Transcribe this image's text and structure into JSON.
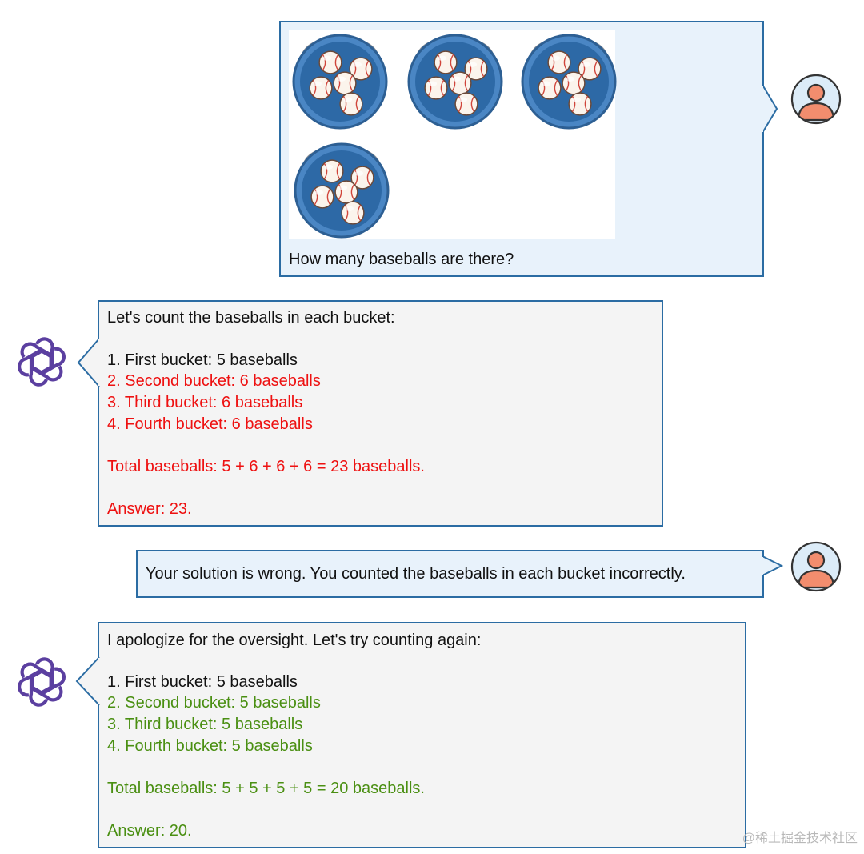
{
  "colors": {
    "border": "#2b6ca3",
    "user_bubble_bg": "#e8f2fb",
    "bot_bubble_bg": "#f4f4f4",
    "wrong": "#ee1111",
    "right": "#4a8f12",
    "bot_logo": "#5b3fa0"
  },
  "icons": {
    "user_avatar": "user-avatar-icon",
    "bot_avatar": "openai-logo-icon",
    "bucket": "baseball-bucket-icon"
  },
  "message1": {
    "role": "user",
    "buckets": [
      5,
      5,
      5,
      5
    ],
    "question": "How many baseballs are there?"
  },
  "message2": {
    "role": "assistant",
    "intro": "Let's count the baseballs in each bucket:",
    "steps": [
      "1. First bucket: 5 baseballs",
      "2. Second bucket: 6 baseballs",
      "3. Third bucket: 6 baseballs",
      "4. Fourth bucket: 6 baseballs"
    ],
    "total": "Total baseballs: 5 + 6 + 6 + 6 = 23 baseballs.",
    "answer": "Answer: 23."
  },
  "message3": {
    "role": "user",
    "text": "Your solution is wrong. You counted the baseballs in each bucket incorrectly."
  },
  "message4": {
    "role": "assistant",
    "intro": "I apologize for the oversight. Let's try counting again:",
    "steps": [
      "1. First bucket: 5 baseballs",
      "2. Second bucket: 5 baseballs",
      "3. Third bucket: 5 baseballs",
      "4. Fourth bucket: 5 baseballs"
    ],
    "total": "Total baseballs: 5 + 5 + 5 + 5 = 20 baseballs.",
    "answer": "Answer: 20."
  },
  "watermark": "@稀土掘金技术社区"
}
